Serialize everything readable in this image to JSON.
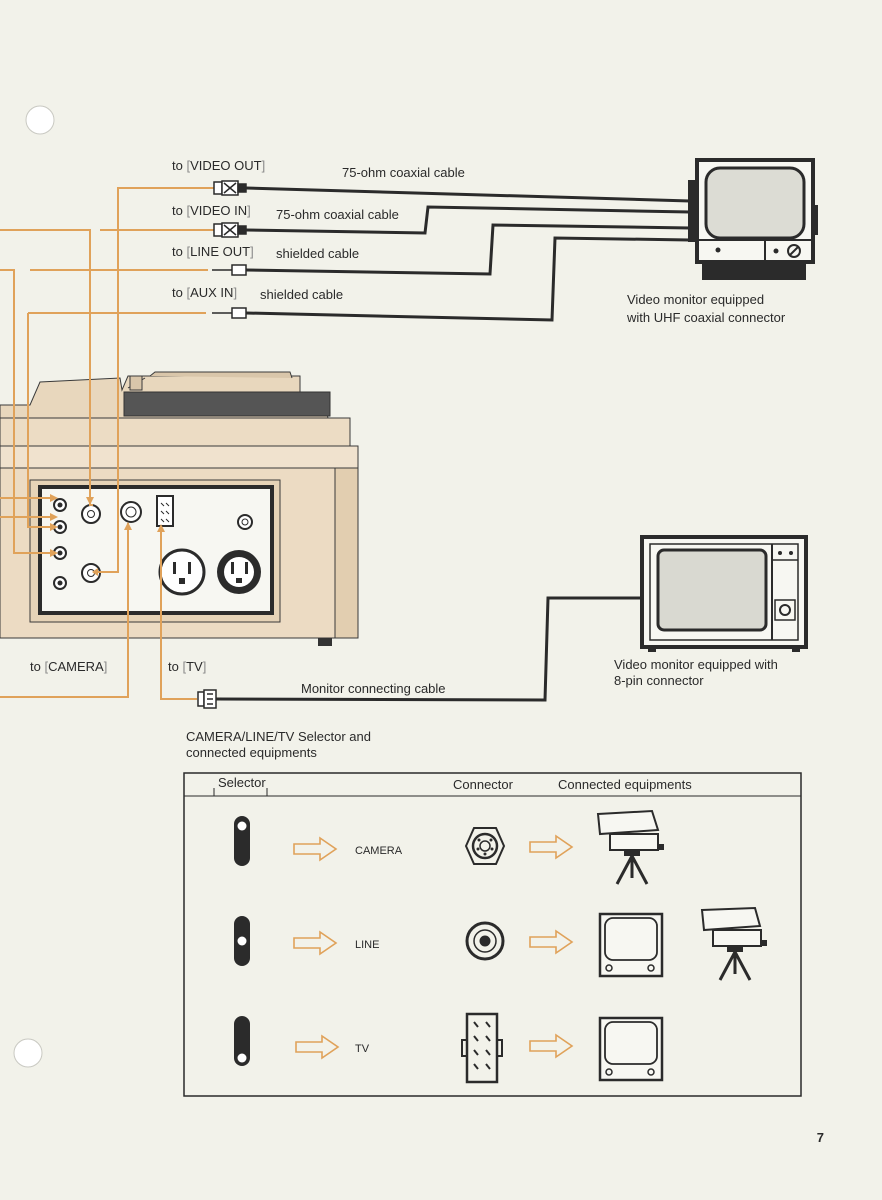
{
  "top_labels": {
    "video_out": {
      "prefix": "to ",
      "bracket": "VIDEO OUT"
    },
    "coax_cable_1": "75-ohm coaxial cable",
    "video_in": {
      "prefix": "to ",
      "bracket": "VIDEO IN"
    },
    "coax_cable_2": "75-ohm coaxial cable",
    "line_out": {
      "prefix": "to ",
      "bracket": "LINE OUT"
    },
    "shielded_cable_1": "shielded cable",
    "aux_in": {
      "prefix": "to ",
      "bracket": "AUX IN"
    },
    "shielded_cable_2": "shielded cable"
  },
  "monitor_uhf": {
    "line1": "Video monitor equipped",
    "line2": "with UHF coaxial connector"
  },
  "monitor_8pin": {
    "line1": "Video monitor equipped with",
    "line2": "8-pin connector"
  },
  "bottom_labels": {
    "camera": {
      "prefix": "to ",
      "bracket": "CAMERA"
    },
    "tv": {
      "prefix": "to ",
      "bracket": "TV"
    },
    "monitor_cable": "Monitor connecting cable"
  },
  "selector_section": {
    "title_line1": "CAMERA/LINE/TV Selector and",
    "title_line2": "connected equipments",
    "headers": {
      "selector": "Selector",
      "connector": "Connector",
      "equipment": "Connected equipments"
    },
    "rows": [
      {
        "mode": "CAMERA",
        "connector": "camera-din-connector-icon"
      },
      {
        "mode": "LINE",
        "connector": "uhf-coaxial-connector-icon"
      },
      {
        "mode": "TV",
        "connector": "8-pin-connector-icon"
      }
    ]
  },
  "page_number": "7",
  "colors": {
    "cable_orange": "#e0a25a",
    "line_dark": "#2b2b2b",
    "deck_beige": "#eddcc4",
    "paper": "#f2f2ea"
  }
}
